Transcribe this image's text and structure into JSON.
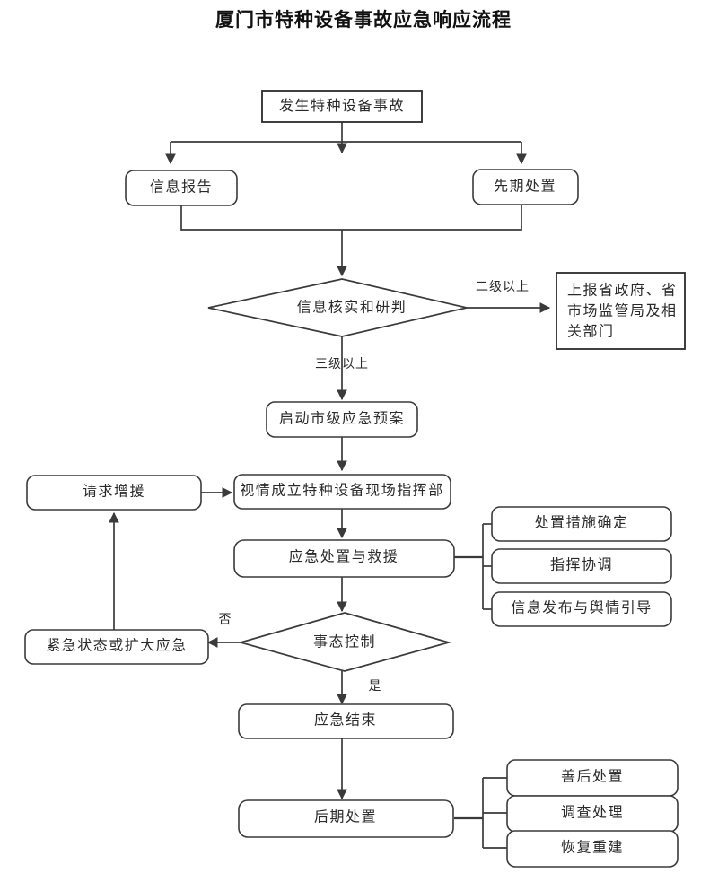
{
  "title": "厦门市特种设备事故应急响应流程",
  "colors": {
    "stroke": "#3a3a3a",
    "text": "#2a2a2a",
    "background": "#ffffff",
    "title": "#111111"
  },
  "nodes": {
    "incident": {
      "label": "发生特种设备事故",
      "shape": "rectangle"
    },
    "report": {
      "label": "信息报告",
      "shape": "rounded-rectangle"
    },
    "initial_action": {
      "label": "先期处置",
      "shape": "rounded-rectangle"
    },
    "verify": {
      "label": "信息核实和研判",
      "shape": "diamond"
    },
    "report_province_line1": "上报省政府、省",
    "report_province_line2": "市场监管局及相",
    "report_province_line3": "关部门",
    "activate_plan": {
      "label": "启动市级应急预案",
      "shape": "rounded-rectangle"
    },
    "command_center": {
      "label": "视情成立特种设备现场指挥部",
      "shape": "rounded-rectangle"
    },
    "request_support": {
      "label": "请求增援",
      "shape": "rounded-rectangle"
    },
    "response_rescue": {
      "label": "应急处置与救援",
      "shape": "rounded-rectangle"
    },
    "measure_decision": {
      "label": "处置措施确定",
      "shape": "rounded-rectangle"
    },
    "command_coord": {
      "label": "指挥协调",
      "shape": "rounded-rectangle"
    },
    "info_release": {
      "label": "信息发布与舆情引导",
      "shape": "rounded-rectangle"
    },
    "situation_control": {
      "label": "事态控制",
      "shape": "diamond"
    },
    "emergency_expand": {
      "label": "紧急状态或扩大应急",
      "shape": "rounded-rectangle"
    },
    "response_end": {
      "label": "应急结束",
      "shape": "rounded-rectangle"
    },
    "post_action": {
      "label": "后期处置",
      "shape": "rounded-rectangle"
    },
    "aftercare": {
      "label": "善后处置",
      "shape": "rounded-rectangle"
    },
    "investigation": {
      "label": "调查处理",
      "shape": "rounded-rectangle"
    },
    "reconstruction": {
      "label": "恢复重建",
      "shape": "rounded-rectangle"
    }
  },
  "edge_labels": {
    "level_two_or_above": "二级以上",
    "level_three_or_above": "三级以上",
    "no": "否",
    "yes": "是"
  }
}
